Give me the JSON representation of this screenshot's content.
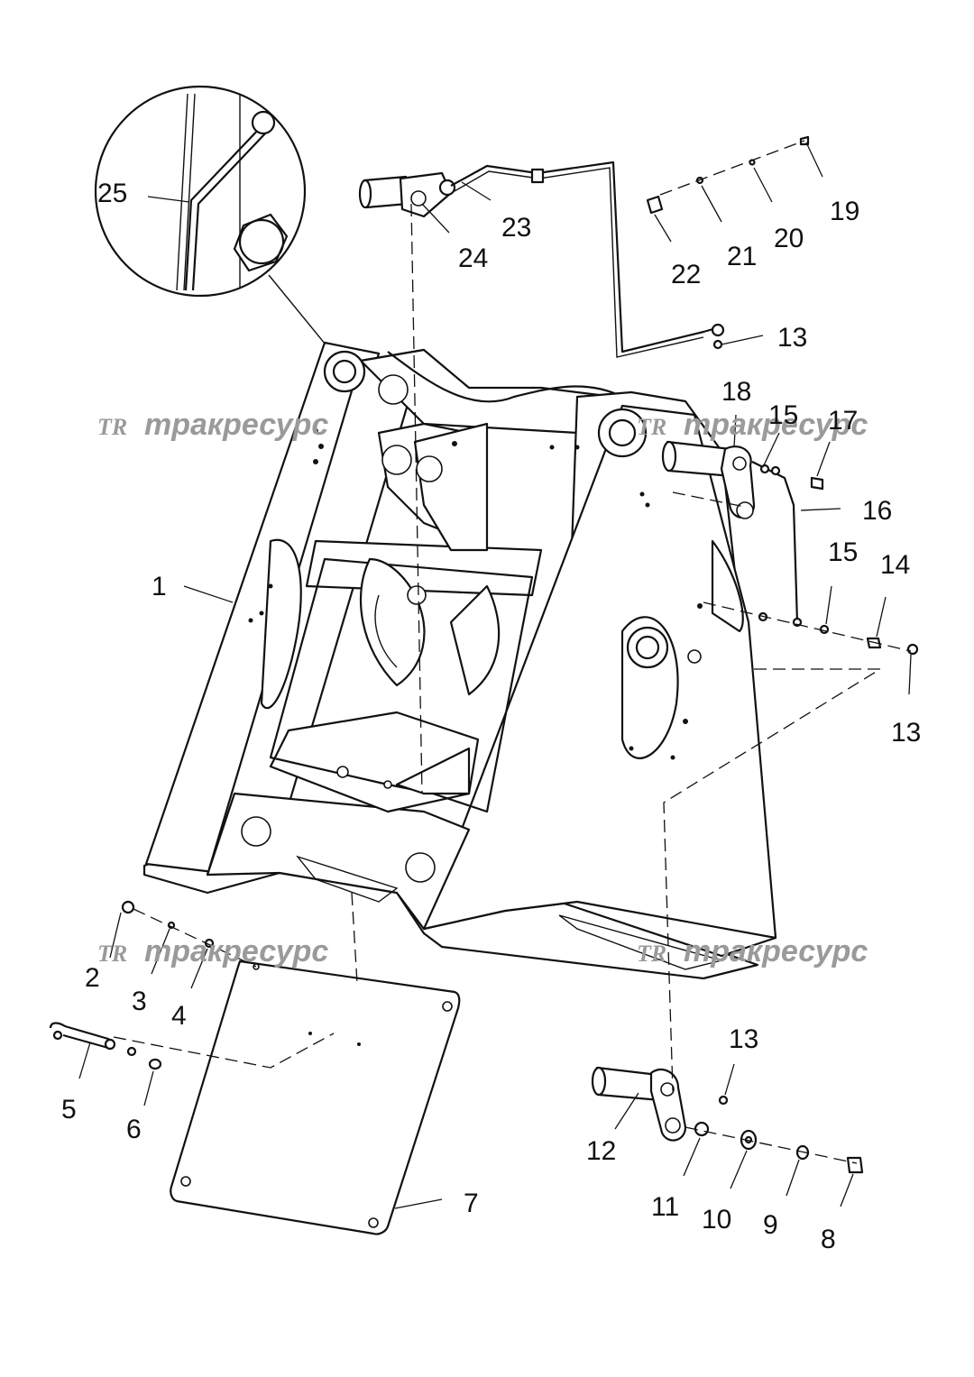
{
  "callouts": [
    {
      "id": "1",
      "text": "1"
    },
    {
      "id": "2",
      "text": "2"
    },
    {
      "id": "3",
      "text": "3"
    },
    {
      "id": "4",
      "text": "4"
    },
    {
      "id": "5",
      "text": "5"
    },
    {
      "id": "6",
      "text": "6"
    },
    {
      "id": "7",
      "text": "7"
    },
    {
      "id": "8",
      "text": "8"
    },
    {
      "id": "9",
      "text": "9"
    },
    {
      "id": "10",
      "text": "10"
    },
    {
      "id": "11",
      "text": "11"
    },
    {
      "id": "12",
      "text": "12"
    },
    {
      "id": "13a",
      "text": "13"
    },
    {
      "id": "13b",
      "text": "13"
    },
    {
      "id": "13c",
      "text": "13"
    },
    {
      "id": "14",
      "text": "14"
    },
    {
      "id": "15a",
      "text": "15"
    },
    {
      "id": "15b",
      "text": "15"
    },
    {
      "id": "16",
      "text": "16"
    },
    {
      "id": "17",
      "text": "17"
    },
    {
      "id": "18",
      "text": "18"
    },
    {
      "id": "19",
      "text": "19"
    },
    {
      "id": "20",
      "text": "20"
    },
    {
      "id": "21",
      "text": "21"
    },
    {
      "id": "22",
      "text": "22"
    },
    {
      "id": "23",
      "text": "23"
    },
    {
      "id": "24",
      "text": "24"
    },
    {
      "id": "25",
      "text": "25"
    }
  ],
  "watermark": {
    "logo": "TR",
    "text": "тракресурс"
  }
}
